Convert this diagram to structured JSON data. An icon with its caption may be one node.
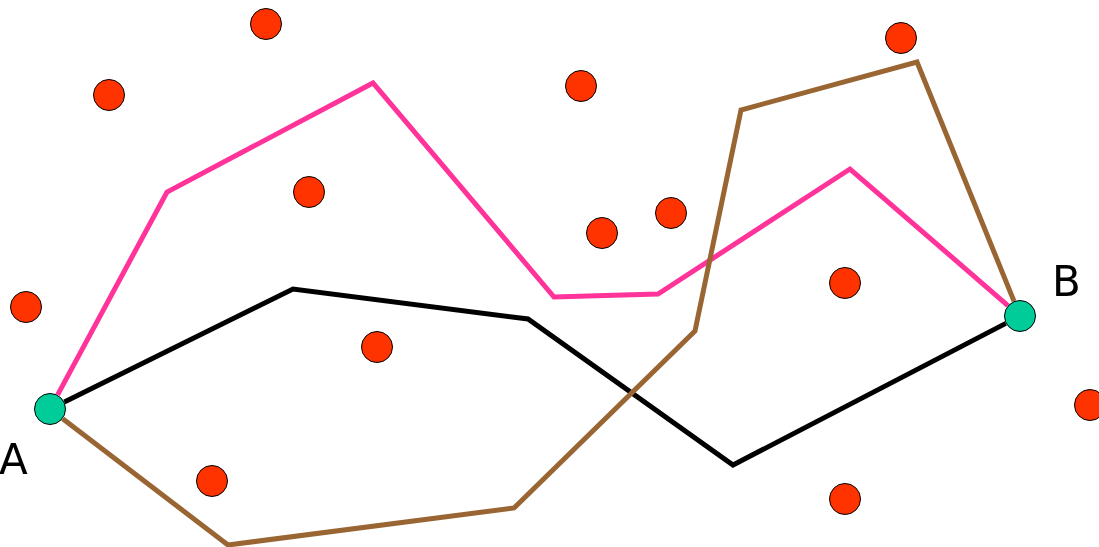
{
  "diagram": {
    "nodes": [
      {
        "text": [
          "A"
        ]
      },
      {
        "text": [
          "B"
        ]
      },
      {
        "text": [],
        "shape": "circle"
      },
      {
        "text": [],
        "shape": "circle"
      },
      {
        "text": [],
        "shape": "circle"
      },
      {
        "text": [],
        "shape": "circle"
      },
      {
        "text": [],
        "shape": "circle"
      },
      {
        "text": [],
        "shape": "circle"
      },
      {
        "text": [],
        "shape": "circle"
      },
      {
        "text": [],
        "shape": "circle"
      },
      {
        "text": [],
        "shape": "circle"
      },
      {
        "text": [],
        "shape": "circle"
      },
      {
        "text": [],
        "shape": "circle"
      },
      {
        "text": [],
        "shape": "circle"
      },
      {
        "text": [],
        "shape": "circle"
      }
    ],
    "edges": [
      {
        "from": 0,
        "to": 1,
        "arrow": "none",
        "color": "#ff3399"
      },
      {
        "from": 0,
        "to": 1,
        "arrow": "none",
        "color": "#000000"
      },
      {
        "from": 0,
        "to": 1,
        "arrow": "none",
        "color": "#996633"
      }
    ]
  }
}
